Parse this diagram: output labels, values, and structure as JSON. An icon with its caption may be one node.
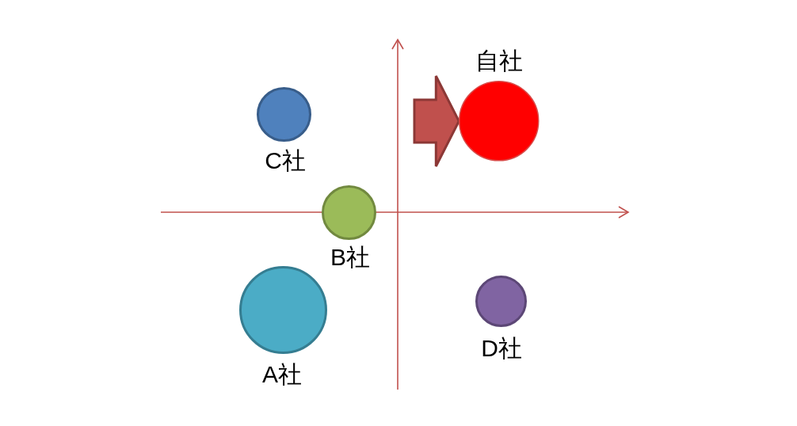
{
  "diagram": {
    "nodes": [
      {
        "text": [
          "C社"
        ]
      },
      {
        "text": [
          "自社"
        ]
      },
      {
        "text": [
          "B社"
        ]
      },
      {
        "text": [
          "A社"
        ]
      },
      {
        "text": [
          "D社"
        ]
      }
    ],
    "edges": [
      {
        "from": null,
        "to": 1,
        "arrow": "to"
      }
    ]
  }
}
